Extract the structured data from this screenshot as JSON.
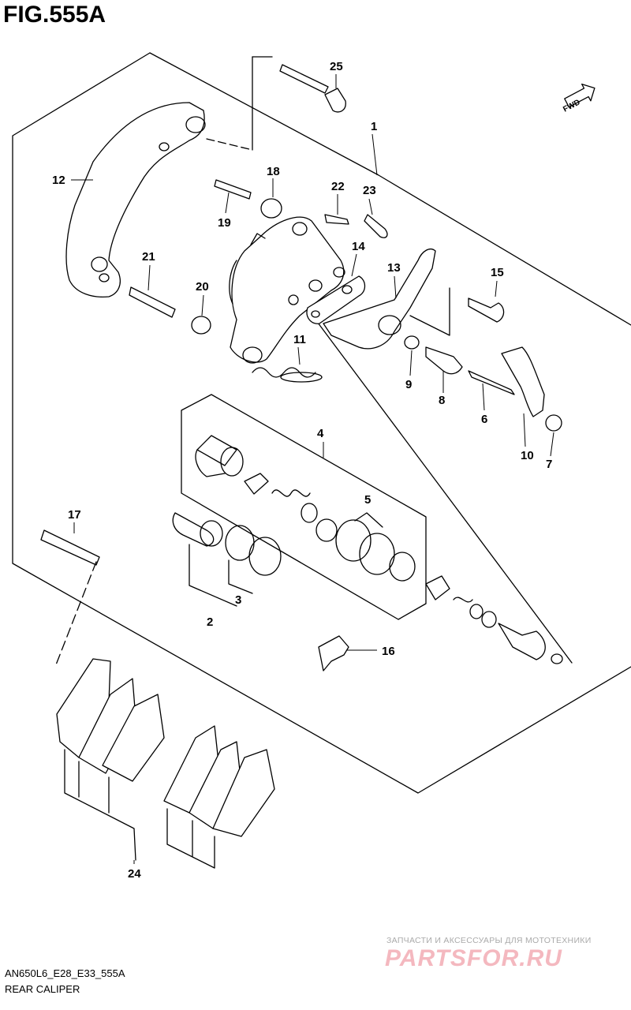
{
  "figure": {
    "title": "FIG.555A",
    "code": "AN650L6_E28_E33_555A",
    "name": "REAR CALIPER"
  },
  "fwd_label": "FWD",
  "callouts": [
    "1",
    "2",
    "3",
    "4",
    "5",
    "6",
    "7",
    "8",
    "9",
    "10",
    "11",
    "12",
    "13",
    "14",
    "15",
    "16",
    "17",
    "18",
    "19",
    "20",
    "21",
    "22",
    "23",
    "24",
    "25"
  ],
  "watermark": {
    "tagline": "ЗАПЧАСТИ И АКСЕССУАРЫ ДЛЯ МОТОТЕХНИКИ",
    "brand": "PARTSFOR.RU"
  }
}
